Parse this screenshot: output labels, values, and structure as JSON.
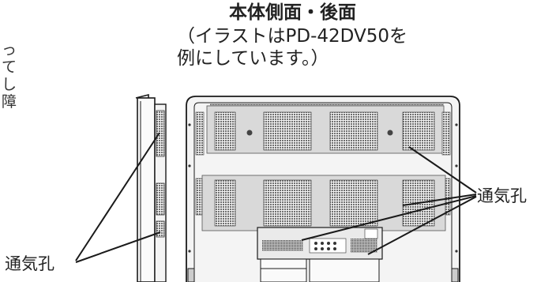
{
  "side_text": [
    "っ",
    "て",
    "し",
    "障"
  ],
  "caption": {
    "title": "本体側面・後面",
    "line1": "（イラストはPD-42DV50を",
    "line2": "例にしています。）"
  },
  "labels": {
    "vent_right": "通気孔",
    "vent_left": "通気孔"
  },
  "colors": {
    "line": "#1a1a1a",
    "panel": "#f4f4f4",
    "vent_fill": "#8a8a8a",
    "shelf": "#d9d9d9"
  }
}
